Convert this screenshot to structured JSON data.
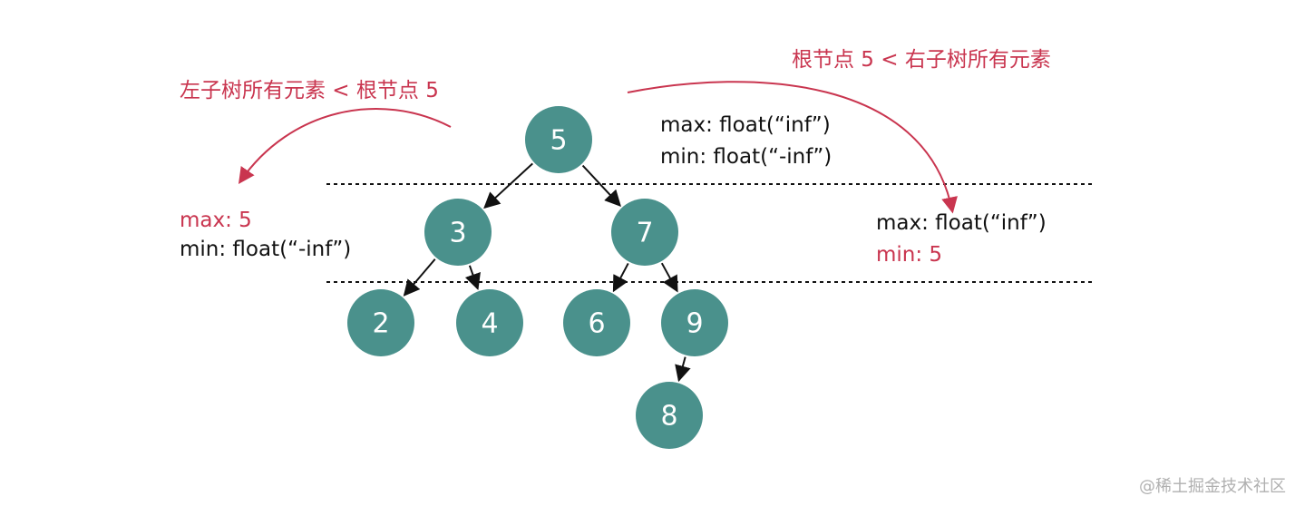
{
  "colors": {
    "node_fill": "#4a918c",
    "node_text": "#ffffff",
    "accent_red": "#c9354f",
    "text": "#111111",
    "edge": "#111111",
    "dotted_line": "#111111"
  },
  "tree": {
    "nodes": [
      {
        "id": "n5",
        "label": "5"
      },
      {
        "id": "n3",
        "label": "3"
      },
      {
        "id": "n7",
        "label": "7"
      },
      {
        "id": "n2",
        "label": "2"
      },
      {
        "id": "n4",
        "label": "4"
      },
      {
        "id": "n6",
        "label": "6"
      },
      {
        "id": "n9",
        "label": "9"
      },
      {
        "id": "n8",
        "label": "8"
      }
    ],
    "edges": [
      {
        "from": "n5",
        "to": "n3"
      },
      {
        "from": "n5",
        "to": "n7"
      },
      {
        "from": "n3",
        "to": "n2"
      },
      {
        "from": "n3",
        "to": "n4"
      },
      {
        "from": "n7",
        "to": "n6"
      },
      {
        "from": "n7",
        "to": "n9"
      },
      {
        "from": "n9",
        "to": "n8"
      }
    ]
  },
  "annotations": {
    "left_caption": "左子树所有元素 < 根节点 5",
    "right_caption": "根节点 5 < 右子树所有元素",
    "root_max": "max: float(“inf”)",
    "root_min": "min: float(“-inf”)",
    "left_max": "max: 5",
    "left_min": "min: float(“-inf”)",
    "right_max": "max: float(“inf”)",
    "right_min": "min: 5"
  },
  "watermark": "@稀土掘金技术社区"
}
